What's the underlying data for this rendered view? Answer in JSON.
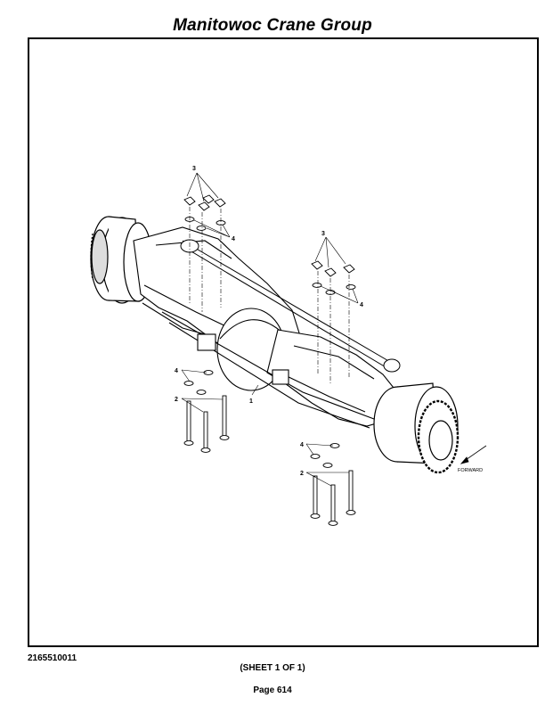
{
  "header": {
    "title": "Manitowoc Crane Group"
  },
  "drawing": {
    "callouts": {
      "item_1": "1",
      "item_2": "2",
      "item_3": "3",
      "item_4": "4"
    },
    "direction_label": "FORWARD"
  },
  "footer": {
    "doc_number": "2165510011",
    "sheet": "(SHEET 1 OF 1)",
    "page": "Page 614"
  }
}
